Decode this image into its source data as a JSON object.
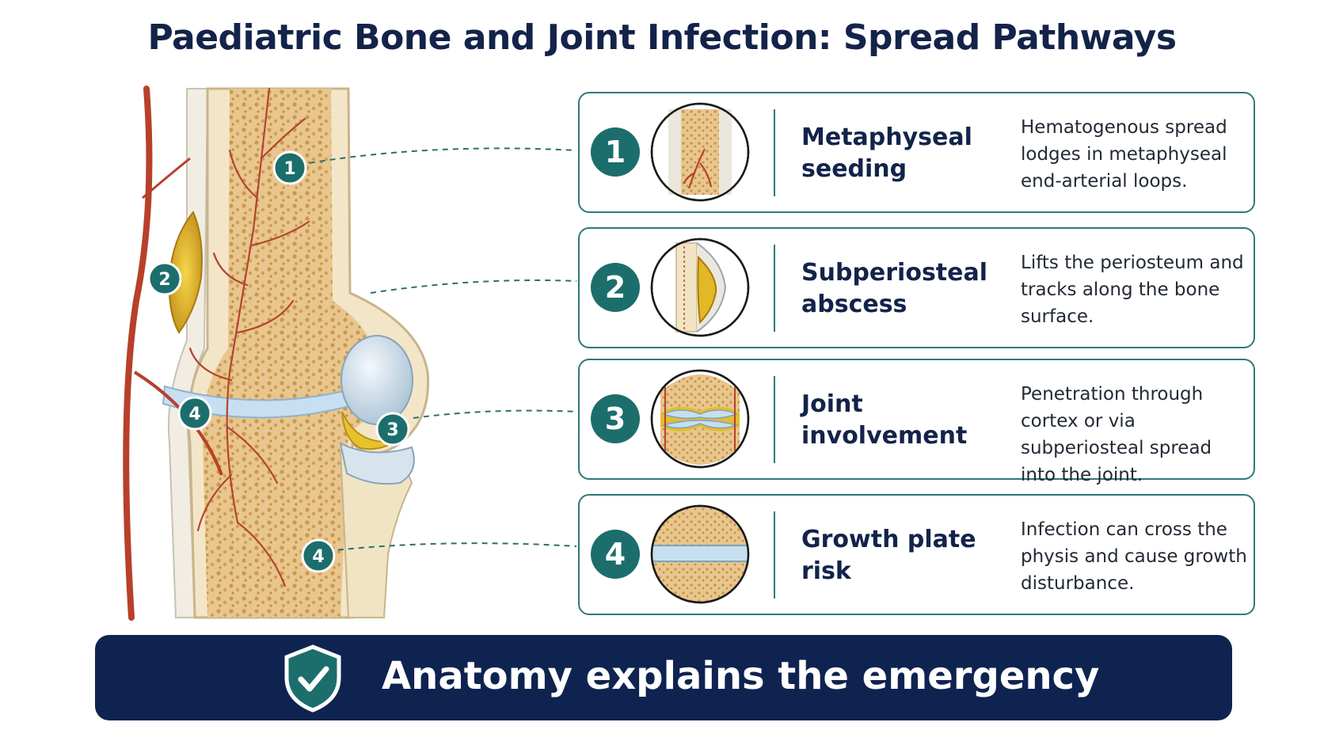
{
  "title": "Paediatric Bone and Joint Infection: Spread Pathways",
  "diagram": {
    "markers": [
      "1",
      "2",
      "3",
      "4",
      "4"
    ]
  },
  "pathways": [
    {
      "number": "1",
      "name": "Metaphyseal seeding",
      "description": "Hematogenous spread lodges in metaphyseal end-arterial loops.",
      "thumb_icon": "bone-vessel-icon"
    },
    {
      "number": "2",
      "name": "Subperiosteal abscess",
      "description": "Lifts the periosteum and tracks along the bone surface.",
      "thumb_icon": "abscess-icon"
    },
    {
      "number": "3",
      "name": "Joint involvement",
      "description": "Penetration through cortex or via subperiosteal spread into the joint.",
      "thumb_icon": "joint-icon"
    },
    {
      "number": "4",
      "name": "Growth plate risk",
      "description": "Infection can cross the physis and cause growth disturbance.",
      "thumb_icon": "growth-plate-icon"
    }
  ],
  "banner": {
    "icon": "shield-check-icon",
    "text": "Anatomy explains the emergency"
  },
  "colors": {
    "navy": "#0f2350",
    "teal": "#1c6e6c",
    "bone": "#e8c68e",
    "artery": "#b8402a",
    "pus": "#e0b422",
    "cartilage": "#c7dff0"
  }
}
